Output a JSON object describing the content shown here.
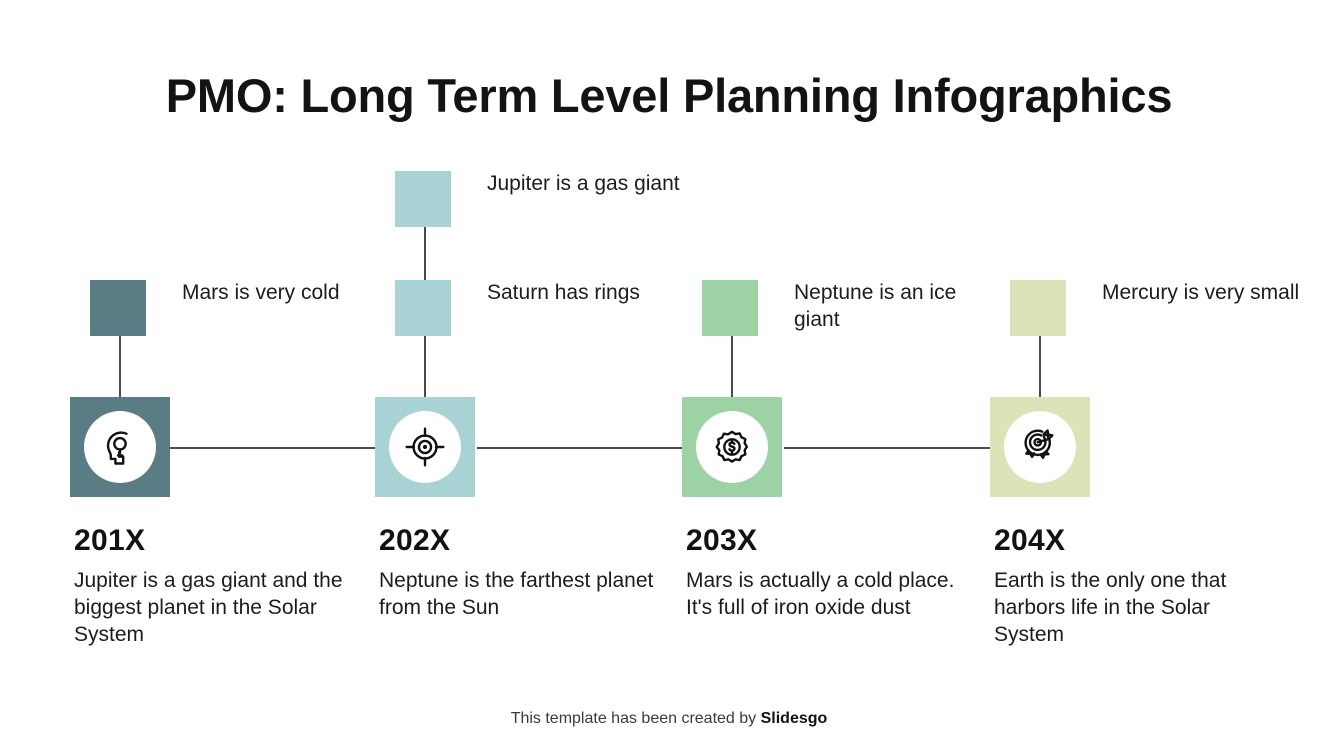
{
  "slide": {
    "title": "PMO: Long Term Level Planning Infographics",
    "background": "#ffffff"
  },
  "footer": {
    "text": "This template has been created by ",
    "brand": "Slidesgo"
  },
  "palette": {
    "dark_teal": "#5a7c85",
    "light_teal": "#a9d2d5",
    "green": "#9dd3a4",
    "olive": "#dde3b8",
    "line": "#4a4a4a",
    "text": "#1c1c1c"
  },
  "timeline": {
    "columns": [
      {
        "year": "201X",
        "caption": "Jupiter is a gas giant and the biggest planet in the Solar System",
        "color": "#5a7c85",
        "icon": "head-lightbulb-icon",
        "markers": [
          {
            "label": "Mars is very cold",
            "color": "#5a7c85"
          }
        ]
      },
      {
        "year": "202X",
        "caption": "Neptune is the farthest planet from the Sun",
        "color": "#a9d2d5",
        "icon": "crosshair-target-icon",
        "markers": [
          {
            "label": "Jupiter is a gas giant",
            "color": "#a9d2d5"
          },
          {
            "label": "Saturn has rings",
            "color": "#a9d2d5"
          }
        ]
      },
      {
        "year": "203X",
        "caption": "Mars is actually a cold place. It's full of iron oxide dust",
        "color": "#9dd3a4",
        "icon": "money-badge-icon",
        "markers": [
          {
            "label": "Neptune is an ice giant",
            "color": "#9dd3a4"
          }
        ]
      },
      {
        "year": "204X",
        "caption": "Earth is the only one that harbors life in the Solar System",
        "color": "#dde3b8",
        "icon": "target-arrow-icon",
        "markers": [
          {
            "label": "Mercury is very small",
            "color": "#dde3b8"
          }
        ]
      }
    ]
  }
}
